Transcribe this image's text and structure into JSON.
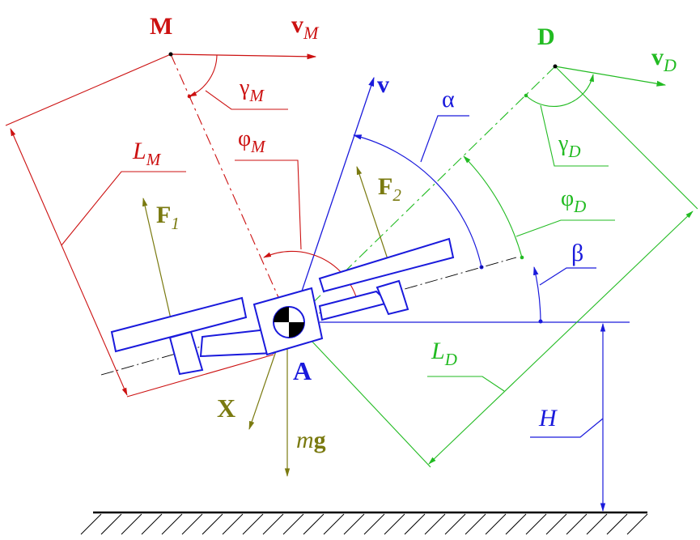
{
  "colors": {
    "red": "#cc1111",
    "blue": "#1a1adc",
    "green": "#22bb22",
    "olive": "#7a7a10",
    "black": "#000000"
  },
  "labels": {
    "M": "M",
    "vM_main": "v",
    "vM_sub": "M",
    "gammaM_main": "γ",
    "gammaM_sub": "M",
    "phiM_main": "φ",
    "phiM_sub": "M",
    "LM_main": "L",
    "LM_sub": "M",
    "v": "v",
    "alpha": "α",
    "D": "D",
    "vD_main": "v",
    "vD_sub": "D",
    "gammaD_main": "γ",
    "gammaD_sub": "D",
    "phiD_main": "φ",
    "phiD_sub": "D",
    "beta": "β",
    "F1_main": "F",
    "F1_sub": "1",
    "F2_main": "F",
    "F2_sub": "2",
    "LD_main": "L",
    "LD_sub": "D",
    "A": "A",
    "X": "X",
    "mg_m": "m",
    "mg_g": "g",
    "H": "H"
  }
}
